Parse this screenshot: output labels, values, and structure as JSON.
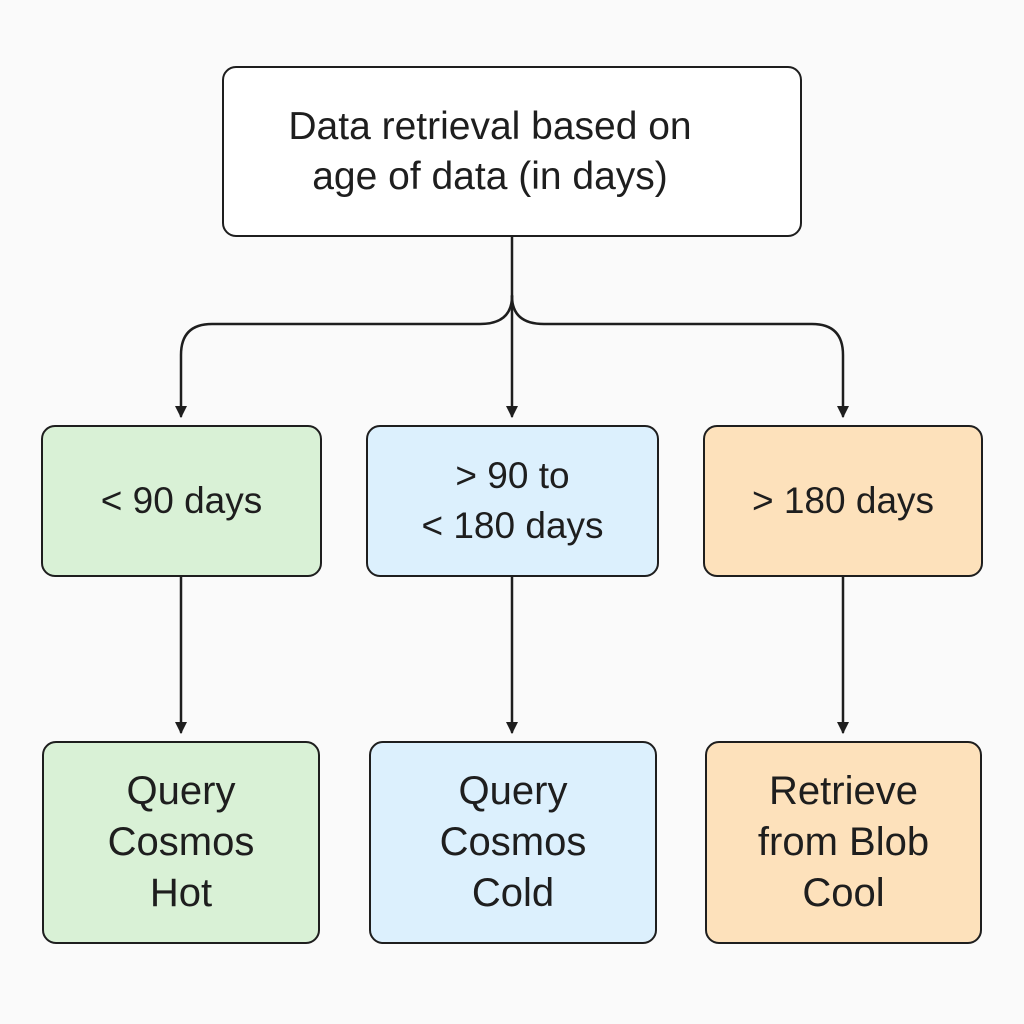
{
  "root": {
    "label": "Data retrieval based on\nage of data (in days)"
  },
  "conditions": [
    {
      "label": "< 90 days",
      "fill": "#d9f1d6"
    },
    {
      "label": "> 90 to\n< 180 days",
      "fill": "#dcf0fd"
    },
    {
      "label": "> 180 days",
      "fill": "#fde1bb"
    }
  ],
  "results": [
    {
      "label": "Query\nCosmos\nHot",
      "fill": "#d9f1d6"
    },
    {
      "label": "Query\nCosmos\nCold",
      "fill": "#dcf0fd"
    },
    {
      "label": "Retrieve\nfrom Blob\nCool",
      "fill": "#fde1bb"
    }
  ],
  "colors": {
    "stroke": "#1e1e1e",
    "background": "#fafafa"
  }
}
